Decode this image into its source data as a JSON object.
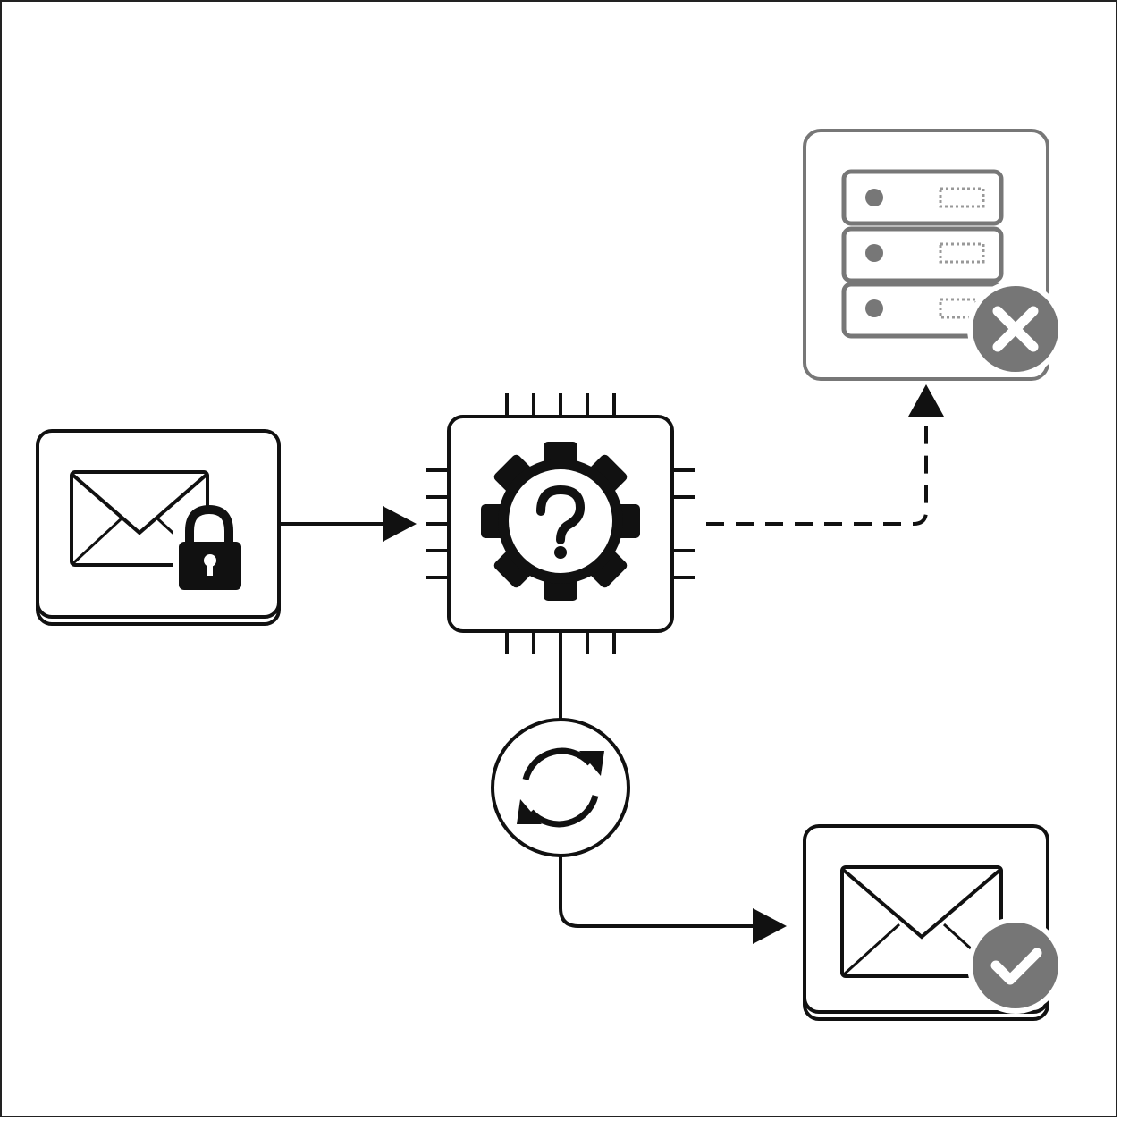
{
  "diagram": {
    "nodes": [
      {
        "id": "encrypted-email",
        "icon": "envelope-lock-icon",
        "state": "input"
      },
      {
        "id": "processor",
        "icon": "gear-question-icon",
        "state": "processing"
      },
      {
        "id": "server",
        "icon": "server-icon",
        "badge": "x-icon",
        "state": "failed"
      },
      {
        "id": "sync",
        "icon": "refresh-icon",
        "state": "retry"
      },
      {
        "id": "delivered-email",
        "icon": "envelope-icon",
        "badge": "check-icon",
        "state": "success"
      }
    ],
    "edges": [
      {
        "from": "encrypted-email",
        "to": "processor",
        "style": "solid"
      },
      {
        "from": "processor",
        "to": "server",
        "style": "dashed"
      },
      {
        "from": "processor",
        "to": "sync",
        "style": "solid"
      },
      {
        "from": "sync",
        "to": "delivered-email",
        "style": "solid"
      }
    ],
    "colors": {
      "ink": "#111111",
      "muted": "#7a7a7a",
      "badge": "#767676",
      "background": "#ffffff"
    }
  }
}
